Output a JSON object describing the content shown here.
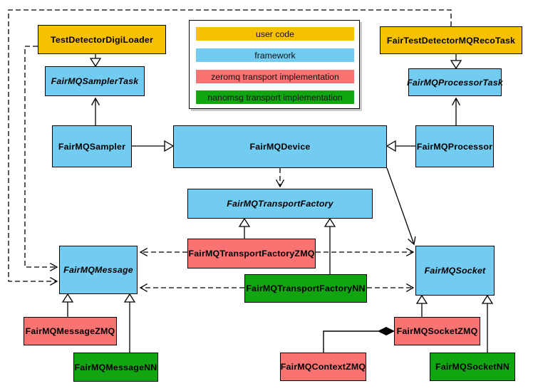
{
  "legend": {
    "items": [
      {
        "label": "user code",
        "color": "#F7C100"
      },
      {
        "label": "framework",
        "color": "#72CBF1"
      },
      {
        "label": "zeromq transport implementation",
        "color": "#F97373"
      },
      {
        "label": "nanomsg transport implementation",
        "color": "#12A512"
      }
    ]
  },
  "nodes": {
    "testDetectorDigiLoader": {
      "label": "TestDetectorDigiLoader",
      "category": "user code"
    },
    "fairTestDetectorMQRecoTask": {
      "label": "FairTestDetectorMQRecoTask",
      "category": "user code"
    },
    "fairMQSamplerTask": {
      "label": "FairMQSamplerTask",
      "category": "framework",
      "abstract": true
    },
    "fairMQProcessorTask": {
      "label": "FairMQProcessorTask",
      "category": "framework",
      "abstract": true
    },
    "fairMQSampler": {
      "label": "FairMQSampler",
      "category": "framework"
    },
    "fairMQDevice": {
      "label": "FairMQDevice",
      "category": "framework"
    },
    "fairMQProcessor": {
      "label": "FairMQProcessor",
      "category": "framework"
    },
    "fairMQTransportFactory": {
      "label": "FairMQTransportFactory",
      "category": "framework",
      "abstract": true
    },
    "fairMQTransportFactoryZMQ": {
      "label": "FairMQTransportFactoryZMQ",
      "category": "zeromq transport implementation"
    },
    "fairMQTransportFactoryNN": {
      "label": "FairMQTransportFactoryNN",
      "category": "nanomsg transport implementation"
    },
    "fairMQMessage": {
      "label": "FairMQMessage",
      "category": "framework",
      "abstract": true
    },
    "fairMQSocket": {
      "label": "FairMQSocket",
      "category": "framework",
      "abstract": true
    },
    "fairMQMessageZMQ": {
      "label": "FairMQMessageZMQ",
      "category": "zeromq transport implementation"
    },
    "fairMQMessageNN": {
      "label": "FairMQMessageNN",
      "category": "nanomsg transport implementation"
    },
    "fairMQContextZMQ": {
      "label": "FairMQContextZMQ",
      "category": "zeromq transport implementation"
    },
    "fairMQSocketZMQ": {
      "label": "FairMQSocketZMQ",
      "category": "zeromq transport implementation"
    },
    "fairMQSocketNN": {
      "label": "FairMQSocketNN",
      "category": "nanomsg transport implementation"
    }
  },
  "edges": [
    {
      "from": "TestDetectorDigiLoader",
      "to": "FairMQSamplerTask",
      "type": "inheritance"
    },
    {
      "from": "FairTestDetectorMQRecoTask",
      "to": "FairMQProcessorTask",
      "type": "inheritance"
    },
    {
      "from": "FairMQSampler",
      "to": "FairMQDevice",
      "type": "inheritance"
    },
    {
      "from": "FairMQProcessor",
      "to": "FairMQDevice",
      "type": "inheritance"
    },
    {
      "from": "FairMQSampler",
      "to": "FairMQSamplerTask",
      "type": "association"
    },
    {
      "from": "FairMQProcessor",
      "to": "FairMQProcessorTask",
      "type": "association"
    },
    {
      "from": "FairMQDevice",
      "to": "FairMQSocket",
      "type": "association"
    },
    {
      "from": "FairMQDevice",
      "to": "FairMQTransportFactory",
      "type": "dependency"
    },
    {
      "from": "FairMQTransportFactoryZMQ",
      "to": "FairMQTransportFactory",
      "type": "inheritance"
    },
    {
      "from": "FairMQTransportFactoryNN",
      "to": "FairMQTransportFactory",
      "type": "inheritance"
    },
    {
      "from": "FairMQTransportFactoryZMQ",
      "to": "FairMQMessage",
      "type": "dependency"
    },
    {
      "from": "FairMQTransportFactoryZMQ",
      "to": "FairMQSocket",
      "type": "dependency"
    },
    {
      "from": "FairMQTransportFactoryNN",
      "to": "FairMQMessage",
      "type": "dependency"
    },
    {
      "from": "FairMQTransportFactoryNN",
      "to": "FairMQSocket",
      "type": "dependency"
    },
    {
      "from": "TestDetectorDigiLoader",
      "to": "FairMQMessage",
      "type": "dependency"
    },
    {
      "from": "FairTestDetectorMQRecoTask",
      "to": "FairMQMessage",
      "type": "dependency"
    },
    {
      "from": "FairMQMessageZMQ",
      "to": "FairMQMessage",
      "type": "inheritance"
    },
    {
      "from": "FairMQMessageNN",
      "to": "FairMQMessage",
      "type": "inheritance"
    },
    {
      "from": "FairMQSocketZMQ",
      "to": "FairMQSocket",
      "type": "inheritance"
    },
    {
      "from": "FairMQSocketNN",
      "to": "FairMQSocket",
      "type": "inheritance"
    },
    {
      "from": "FairMQContextZMQ",
      "to": "FairMQSocketZMQ",
      "type": "composition"
    }
  ]
}
